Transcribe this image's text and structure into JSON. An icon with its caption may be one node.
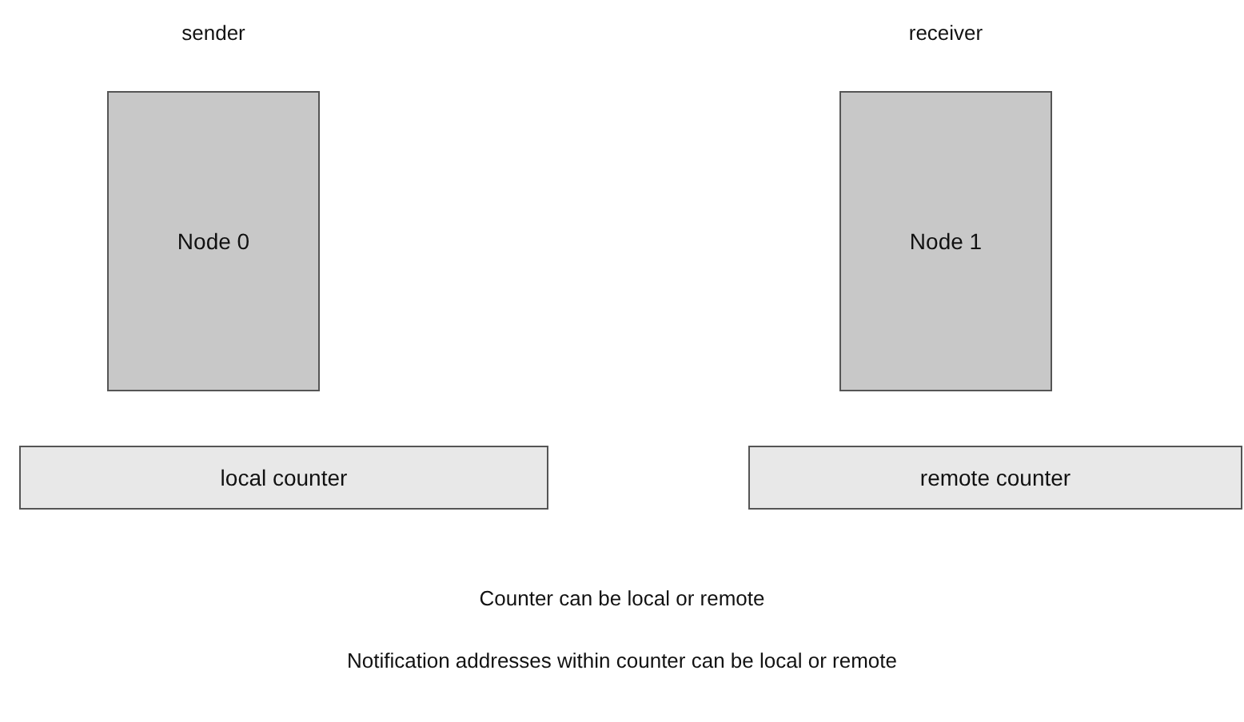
{
  "diagram": {
    "nodes": [
      {
        "text": [
          "sender",
          "Node 0"
        ]
      },
      {
        "text": [
          "receiver",
          "Node 1"
        ]
      },
      {
        "text": [
          "local counter"
        ]
      },
      {
        "text": [
          "remote counter"
        ]
      }
    ],
    "labels": [
      "Counter can be local or remote",
      "Notification addresses within counter can be local or remote"
    ]
  }
}
